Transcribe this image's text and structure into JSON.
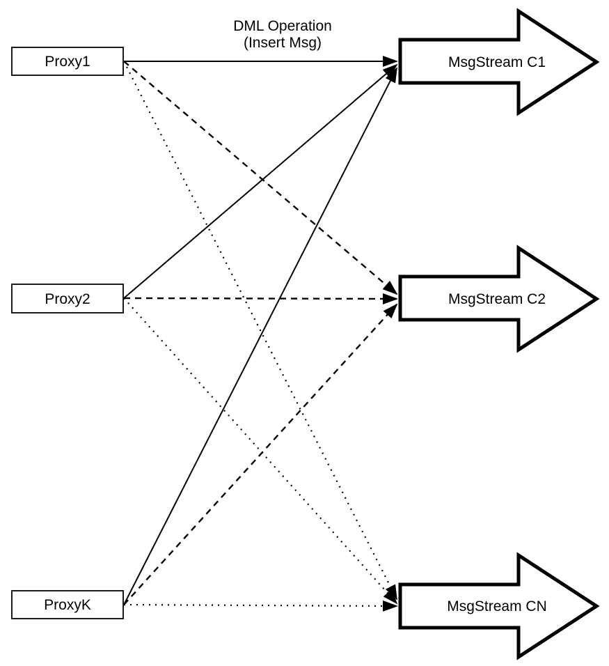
{
  "diagram": {
    "annotation": {
      "line1": "DML Operation",
      "line2": "(Insert Msg)"
    },
    "proxies": [
      {
        "id": "proxy1",
        "label": "Proxy1"
      },
      {
        "id": "proxy2",
        "label": "Proxy2"
      },
      {
        "id": "proxyk",
        "label": "ProxyK"
      }
    ],
    "streams": [
      {
        "id": "c1",
        "label": "MsgStream C1",
        "incoming_line_style": "solid"
      },
      {
        "id": "c2",
        "label": "MsgStream C2",
        "incoming_line_style": "dashed"
      },
      {
        "id": "cn",
        "label": "MsgStream CN",
        "incoming_line_style": "dotted"
      }
    ],
    "edges": [
      {
        "from": "Proxy1",
        "to": "MsgStream C1",
        "style": "solid"
      },
      {
        "from": "Proxy2",
        "to": "MsgStream C1",
        "style": "solid"
      },
      {
        "from": "ProxyK",
        "to": "MsgStream C1",
        "style": "solid"
      },
      {
        "from": "Proxy1",
        "to": "MsgStream C2",
        "style": "dashed"
      },
      {
        "from": "Proxy2",
        "to": "MsgStream C2",
        "style": "dashed"
      },
      {
        "from": "ProxyK",
        "to": "MsgStream C2",
        "style": "dashed"
      },
      {
        "from": "Proxy1",
        "to": "MsgStream CN",
        "style": "dotted"
      },
      {
        "from": "Proxy2",
        "to": "MsgStream CN",
        "style": "dotted"
      },
      {
        "from": "ProxyK",
        "to": "MsgStream CN",
        "style": "dotted"
      }
    ],
    "colors": {
      "ink": "#000000",
      "node_fill": "#ffffff",
      "background": "#ffffff"
    }
  }
}
